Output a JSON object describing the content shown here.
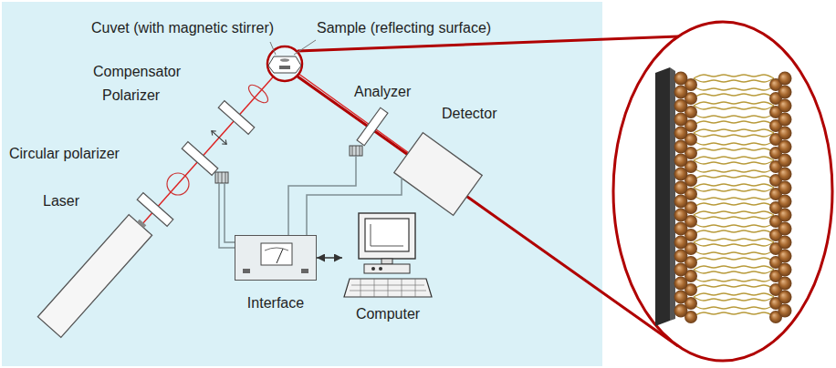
{
  "diagram": {
    "nodes": [
      {
        "text": [
          "Interface"
        ]
      },
      {
        "text": [
          "Computer"
        ]
      }
    ],
    "edges": [
      {
        "from": 0,
        "to": 1,
        "arrow": "both"
      }
    ],
    "labels": [
      "Cuvet (with magnetic stirrer)",
      "Sample (reflecting surface)",
      "Compensator",
      "Polarizer",
      "Circular polarizer",
      "Laser",
      "Analyzer",
      "Detector"
    ]
  }
}
